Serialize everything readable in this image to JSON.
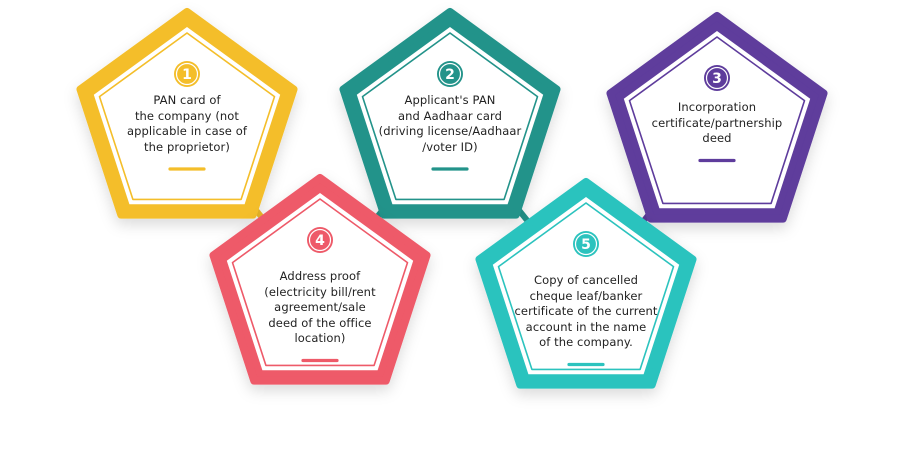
{
  "cards": [
    {
      "number": "1",
      "color": "#F4BE2A",
      "lines": [
        "PAN card of",
        "the company (not",
        "applicable in case of",
        "the proprietor)"
      ]
    },
    {
      "number": "2",
      "color": "#23938A",
      "lines": [
        "Applicant's PAN",
        "and Aadhaar card",
        "(driving license/Aadhaar",
        "/voter ID)"
      ]
    },
    {
      "number": "3",
      "color": "#5E3C9C",
      "lines": [
        "Incorporation",
        "certificate/partnership",
        "deed"
      ]
    },
    {
      "number": "4",
      "color": "#EE5A69",
      "lines": [
        "Address proof",
        "(electricity bill/rent",
        "agreement/sale",
        "deed of the office",
        "location)"
      ]
    },
    {
      "number": "5",
      "color": "#2CC3BE",
      "lines": [
        "Copy of cancelled",
        "cheque leaf/banker",
        "certificate of the current",
        "account in the name",
        "of the company."
      ]
    }
  ]
}
